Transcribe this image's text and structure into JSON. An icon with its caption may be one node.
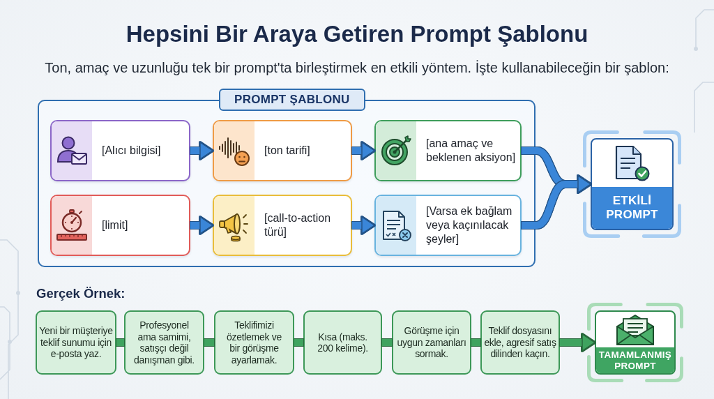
{
  "diagram": {
    "title": "Hepsini Bir Araya Getiren Prompt Şablonu",
    "nodes": [
      {
        "text": [
          "PROMPT ŞABLONU"
        ]
      },
      {
        "text": [
          "[Alıcı bilgisi]"
        ],
        "in": 0
      },
      {
        "text": [
          "[ton tarifi]"
        ],
        "in": 0
      },
      {
        "text": [
          "[ana amaç ve beklenen aksiyon]"
        ],
        "in": 0
      },
      {
        "text": [
          "[limit]"
        ],
        "in": 0
      },
      {
        "text": [
          "[call-to-action türü]"
        ],
        "in": 0
      },
      {
        "text": [
          "[Varsa ek bağlam veya kaçınılacak şeyler]"
        ],
        "in": 0
      },
      {
        "text": [
          "ETKİLİ PROMPT"
        ]
      },
      {
        "text": [
          "Yeni bir müşteriye teklif sunumu için e-posta yaz."
        ]
      },
      {
        "text": [
          "Profesyonel ama samimi, satışçı değil danışman gibi."
        ]
      },
      {
        "text": [
          "Teklifimizi özetlemek ve bir görüşme ayarlamak."
        ]
      },
      {
        "text": [
          "Kısa (maks. 200 kelime)."
        ]
      },
      {
        "text": [
          "Görüşme için uygun zamanları sormak."
        ]
      },
      {
        "text": [
          "Teklif dosyasını ekle, agresif satış dilinden kaçın."
        ]
      },
      {
        "text": [
          "TAMAMLANMIŞ PROMPT"
        ]
      }
    ],
    "edges": [
      {
        "from": 1,
        "to": 2,
        "arrow": "to"
      },
      {
        "from": 2,
        "to": 3,
        "arrow": "to"
      },
      {
        "from": 4,
        "to": 5,
        "arrow": "to"
      },
      {
        "from": 5,
        "to": 6,
        "arrow": "to"
      },
      {
        "from": 3,
        "to": 7,
        "arrow": "to"
      },
      {
        "from": 6,
        "to": 7,
        "arrow": "to"
      },
      {
        "from": 8,
        "to": 9,
        "arrow": "none",
        "color": "#3fa35f"
      },
      {
        "from": 9,
        "to": 10,
        "arrow": "none",
        "color": "#3fa35f"
      },
      {
        "from": 10,
        "to": 11,
        "arrow": "none",
        "color": "#3fa35f"
      },
      {
        "from": 11,
        "to": 12,
        "arrow": "none",
        "color": "#3fa35f"
      },
      {
        "from": 12,
        "to": 13,
        "arrow": "none",
        "color": "#3fa35f"
      },
      {
        "from": 13,
        "to": 14,
        "arrow": "to",
        "color": "#3fa35f"
      }
    ],
    "labels": [
      "Ton, amaç ve uzunluğu tek bir prompt'ta birleştirmek en etkili yöntem. İşte kullanabileceğin bir şablon:",
      "Gerçek Örnek:"
    ]
  }
}
